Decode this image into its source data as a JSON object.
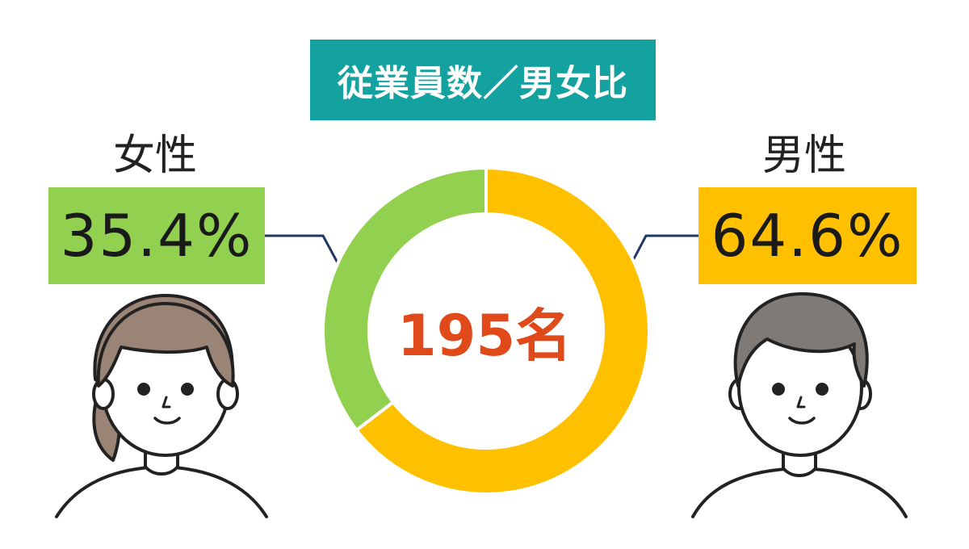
{
  "title": "従業員数／男女比",
  "total": "195名",
  "female": {
    "label": "女性",
    "percent_text": "35.4%"
  },
  "male": {
    "label": "男性",
    "percent_text": "64.6%"
  },
  "colors": {
    "female": "#92d050",
    "male": "#ffc000",
    "title_bg": "#14a2a0",
    "total_text": "#e04a1a",
    "leader_line": "#1f3864",
    "female_hair": "#9a8476",
    "male_hair": "#7f7a76"
  },
  "chart_data": {
    "type": "pie",
    "title": "従業員数／男女比",
    "categories": [
      "女性",
      "男性"
    ],
    "values": [
      35.4,
      64.6
    ],
    "unit": "%",
    "total_label": "195名"
  }
}
